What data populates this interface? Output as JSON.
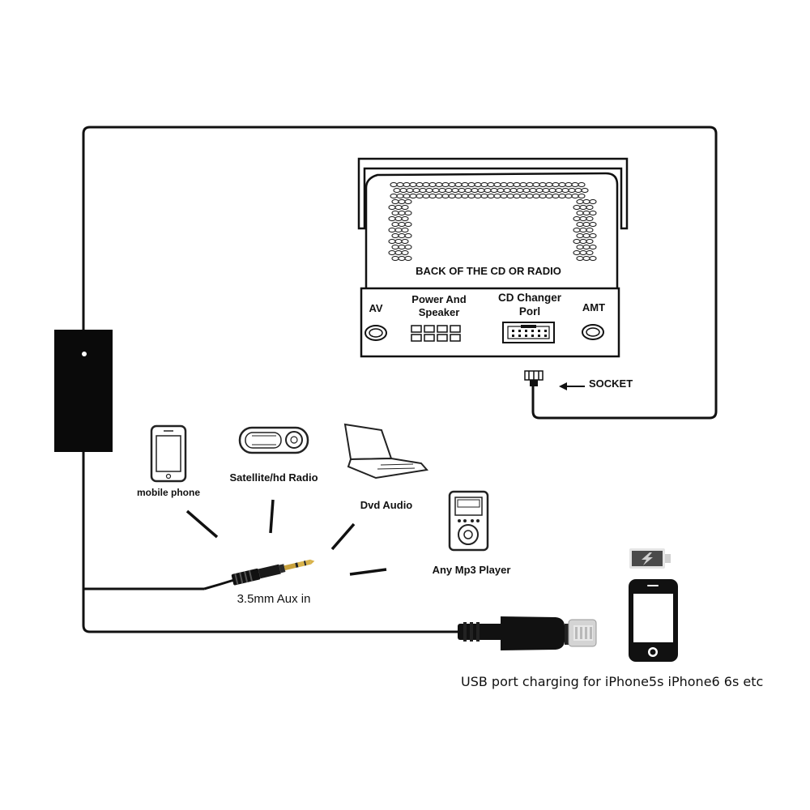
{
  "radio": {
    "title": "BACK OF THE CD OR RADIO",
    "ports": {
      "av": "AV",
      "power_line1": "Power And",
      "power_line2": "Speaker",
      "cd_line1": "CD Changer",
      "cd_line2": "Porl",
      "amt": "AMT"
    }
  },
  "socket_label": "SOCKET",
  "sources": {
    "mobile_phone": "mobile phone",
    "satellite_radio": "Satellite/hd Radio",
    "dvd_audio": "Dvd Audio",
    "mp3_player": "Any Mp3 Player"
  },
  "aux_label": "3.5mm Aux in",
  "usb_caption": "USB port charging for iPhone5s iPhone6 6s etc",
  "icons": {
    "module": "interface-module-box",
    "phone": "smartphone-icon",
    "radio": "satellite-radio-icon",
    "dvd": "laptop-icon",
    "mp3": "mp3-player-icon",
    "battery": "battery-charging-icon",
    "iphone": "iphone-icon",
    "aux": "aux-jack-icon",
    "lightning": "lightning-connector-icon"
  }
}
